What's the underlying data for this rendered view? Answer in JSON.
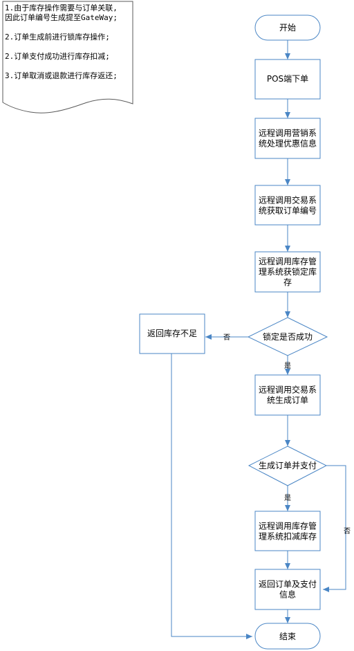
{
  "note": {
    "lines": [
      "1.由于库存操作需要与订单关联,",
      "因此订单编号生成提至GateWay;",
      "",
      "2.订单生成前进行锁库存操作;",
      "",
      "2.订单支付成功进行库存扣减;",
      "",
      "3.订单取消或退款进行库存返还;"
    ]
  },
  "nodes": {
    "start": {
      "lines": [
        "开始"
      ]
    },
    "pos_order": {
      "lines": [
        "POS端下单"
      ]
    },
    "marketing": {
      "lines": [
        "远程调用营销系",
        "统处理优惠信息"
      ]
    },
    "get_order_no": {
      "lines": [
        "远程调用交易系",
        "统获取订单编号"
      ]
    },
    "lock_stock": {
      "lines": [
        "远程调用库存管",
        "理系统获锁定库",
        "存"
      ]
    },
    "lock_success": {
      "lines": [
        "锁定是否成功"
      ]
    },
    "stock_insufficient": {
      "lines": [
        "返回库存不足"
      ]
    },
    "create_order": {
      "lines": [
        "远程调用交易系",
        "统生成订单"
      ]
    },
    "create_and_pay": {
      "lines": [
        "生成订单并支付"
      ]
    },
    "deduct_stock": {
      "lines": [
        "远程调用库存管",
        "理系统扣减库存"
      ]
    },
    "return_order": {
      "lines": [
        "返回订单及支付",
        "信息"
      ]
    },
    "end": {
      "lines": [
        "结束"
      ]
    }
  },
  "edge_labels": {
    "lock_no": "否",
    "lock_yes": "是",
    "pay_yes": "是",
    "pay_no": "否"
  },
  "colors": {
    "stroke": "#4a86c5",
    "fill": "#ffffff",
    "text": "#000000",
    "note_stroke": "#5a5a5a"
  }
}
